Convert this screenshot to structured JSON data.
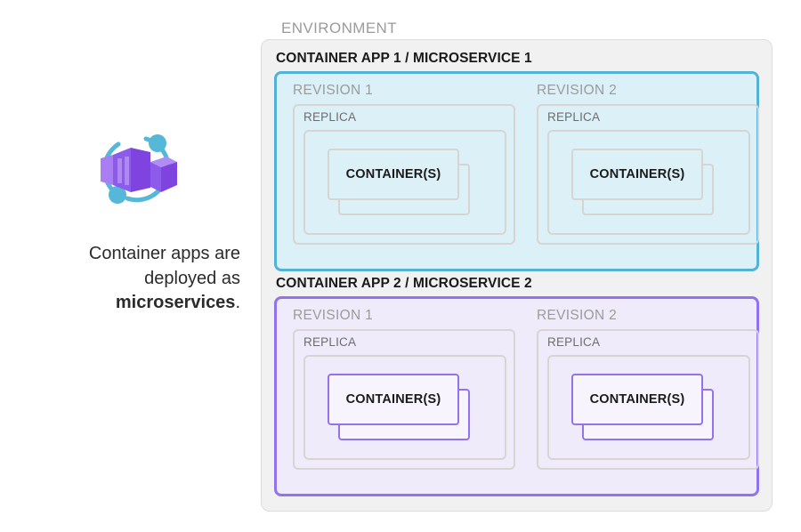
{
  "caption": {
    "line1": "Container apps are",
    "line2": "deployed as",
    "line3_strong": "microservices",
    "line3_period": "."
  },
  "logo": {
    "name": "azure-container-apps-logo",
    "colors": {
      "cube_dark": "#7f43e0",
      "cube_mid": "#9a65ef",
      "cube_light": "#b08df5",
      "ring": "#56b7d8"
    }
  },
  "environment": {
    "label": "ENVIRONMENT",
    "border_color": "#dcdcdc",
    "fill_color": "#f1f1f1"
  },
  "apps": [
    {
      "title": "CONTAINER APP 1 / MICROSERVICE 1",
      "accent_color": "#53b3d6",
      "fill_color": "#dcf0f8",
      "revisions": [
        {
          "label": "REVISION 1",
          "replica_label": "REPLICA",
          "container_label": "CONTAINER(S)"
        },
        {
          "label": "REVISION 2",
          "replica_label": "REPLICA",
          "container_label": "CONTAINER(S)"
        }
      ]
    },
    {
      "title": "CONTAINER APP 2 / MICROSERVICE 2",
      "accent_color": "#9172ef",
      "fill_color": "#f0ebfb",
      "revisions": [
        {
          "label": "REVISION 1",
          "replica_label": "REPLICA",
          "container_label": "CONTAINER(S)"
        },
        {
          "label": "REVISION 2",
          "replica_label": "REPLICA",
          "container_label": "CONTAINER(S)"
        }
      ]
    }
  ]
}
